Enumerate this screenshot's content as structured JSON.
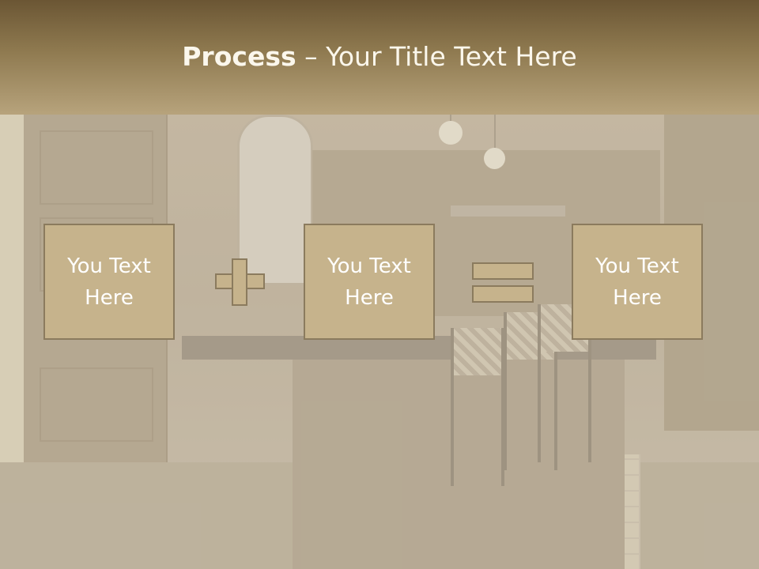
{
  "slide": {
    "title_bold": "Process",
    "title_rest": " – Your Title Text Here",
    "boxes": [
      {
        "label": "You Text\nHere"
      },
      {
        "label": "You Text\nHere"
      },
      {
        "label": "You Text\nHere"
      }
    ],
    "operators": [
      "plus-icon",
      "equals-icon"
    ]
  },
  "colors": {
    "header_dark": "#6b5634",
    "header_light": "#b7a37c",
    "box_fill": "#c6b38c",
    "box_border": "#8b7b5e",
    "title_text": "#fbf7ec"
  }
}
